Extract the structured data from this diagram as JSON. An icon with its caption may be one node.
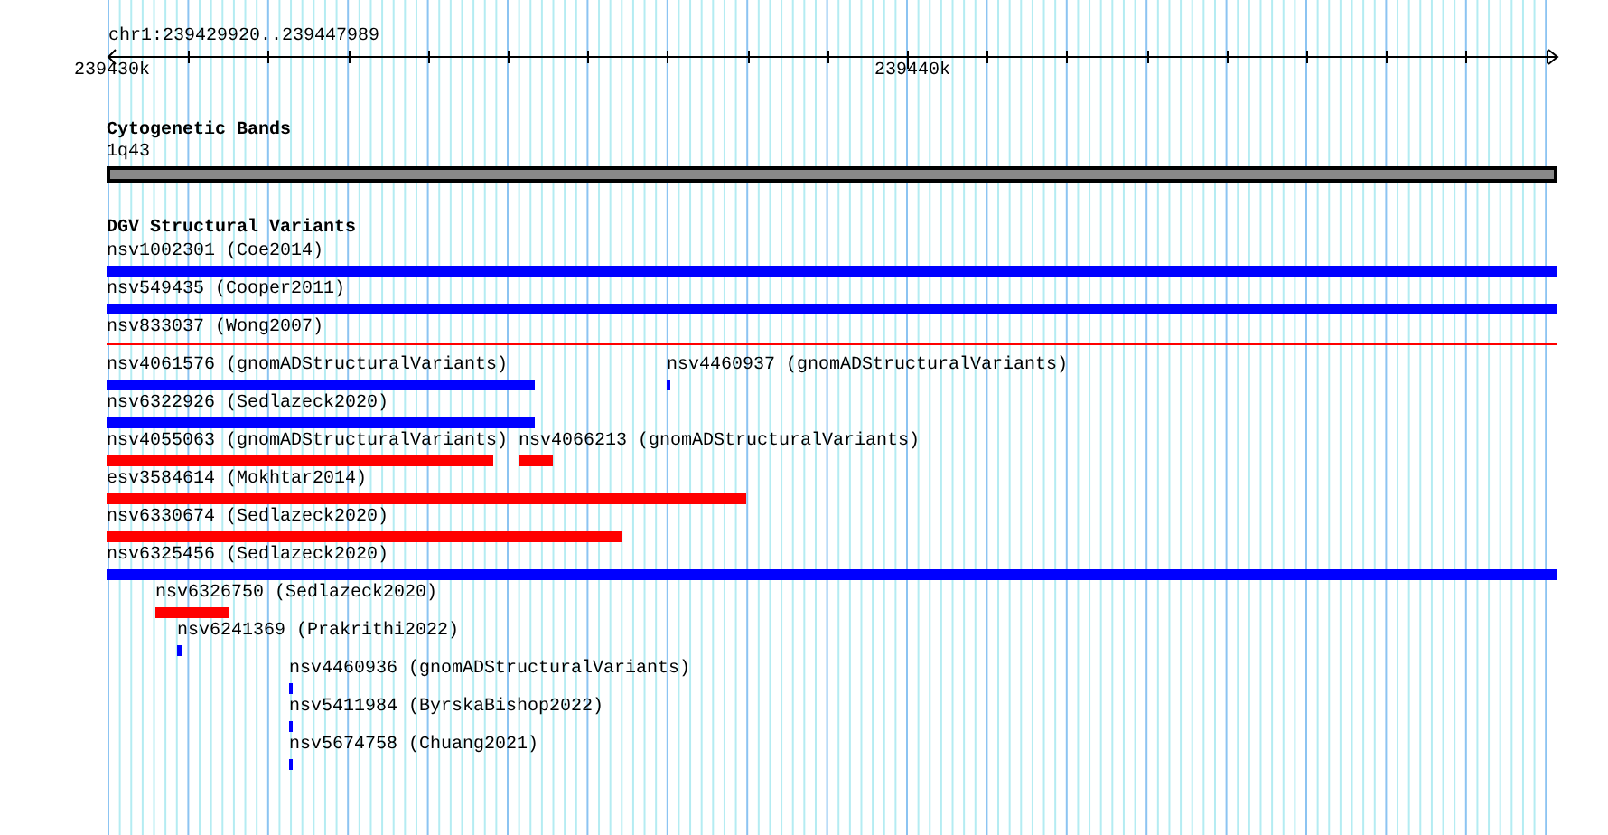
{
  "diagram": {
    "nodes": [
      {
        "text": [
          "1q43"
        ]
      },
      {
        "text": [
          "nsv1002301 (Coe2014)"
        ]
      },
      {
        "text": [
          "nsv549435 (Cooper2011)"
        ]
      },
      {
        "text": [
          "nsv833037 (Wong2007)"
        ]
      },
      {
        "text": [
          "nsv4061576 (gnomADStructuralVariants)"
        ]
      },
      {
        "text": [
          "nsv4460937 (gnomADStructuralVariants)"
        ]
      },
      {
        "text": [
          "nsv6322926 (Sedlazeck2020)"
        ]
      },
      {
        "text": [
          "nsv4055063 (gnomADStructuralVariants)"
        ]
      },
      {
        "text": [
          "nsv4066213 (gnomADStructuralVariants)"
        ]
      },
      {
        "text": [
          "esv3584614 (Mokhtar2014)"
        ]
      },
      {
        "text": [
          "nsv6330674 (Sedlazeck2020)"
        ]
      },
      {
        "text": [
          "nsv6325456 (Sedlazeck2020)"
        ]
      },
      {
        "text": [
          "nsv6326750 (Sedlazeck2020)"
        ]
      },
      {
        "text": [
          "nsv6241369 (Prakrithi2022)"
        ]
      },
      {
        "text": [
          "nsv4460936 (gnomADStructuralVariants)"
        ]
      },
      {
        "text": [
          "nsv5411984 (ByrskaBishop2022)"
        ]
      },
      {
        "text": [
          "nsv5674758 (Chuang2021)"
        ]
      }
    ],
    "labels": [
      "chr1:239429920..239447989",
      "239430k",
      "239440k",
      "Cytogenetic Bands",
      "DGV Structural Variants"
    ]
  }
}
